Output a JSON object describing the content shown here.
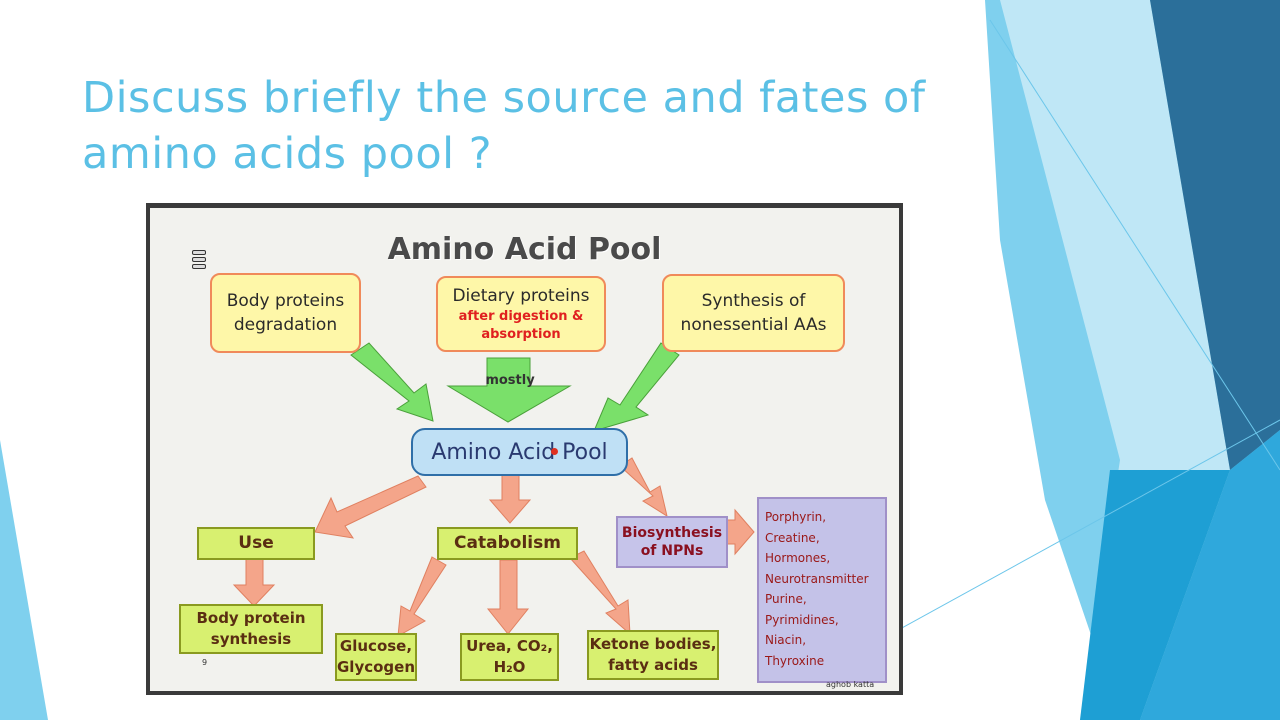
{
  "slide": {
    "title_line1": "Discuss briefly the source and fates of",
    "title_line2": "amino acids pool ?"
  },
  "diagram": {
    "title": "Amino Acid Pool",
    "sources": {
      "body_proteins": {
        "line1": "Body proteins",
        "line2": "degradation"
      },
      "dietary_proteins": {
        "line1": "Dietary proteins",
        "sub1": "after digestion &",
        "sub2": "absorption"
      },
      "synthesis": {
        "line1": "Synthesis of",
        "line2": "nonessential AAs"
      }
    },
    "arrow_label": "mostly",
    "pool_label": "Amino Acid Pool",
    "fates": {
      "use": "Use",
      "catabolism": "Catabolism",
      "biosynthesis": {
        "line1": "Biosynthesis",
        "line2": "of NPNs"
      },
      "body_protein_synthesis": {
        "line1": "Body protein",
        "line2": "synthesis"
      },
      "glucose": {
        "line1": "Glucose,",
        "line2": "Glycogen"
      },
      "urea": {
        "line1": "Urea, CO₂,",
        "line2": "H₂O"
      },
      "ketone": {
        "line1": "Ketone bodies,",
        "line2": "fatty acids"
      }
    },
    "npn_list": [
      "Porphyrin,",
      "Creatine,",
      "Hormones,",
      "Neurotransmitter",
      "Purine,",
      "Pyrimidines,",
      "Niacin,",
      "Thyroxine"
    ],
    "corner_left": "9",
    "corner_right": "aghob katta"
  },
  "colors": {
    "title": "#5bc0e5",
    "green_arrow": "#7ae06a",
    "salmon_arrow": "#f4a58a",
    "source_box": "#fef7a8",
    "pool_box": "#bfe0f5",
    "fate_box": "#d8f070",
    "npn_box": "#c4c2e8"
  }
}
